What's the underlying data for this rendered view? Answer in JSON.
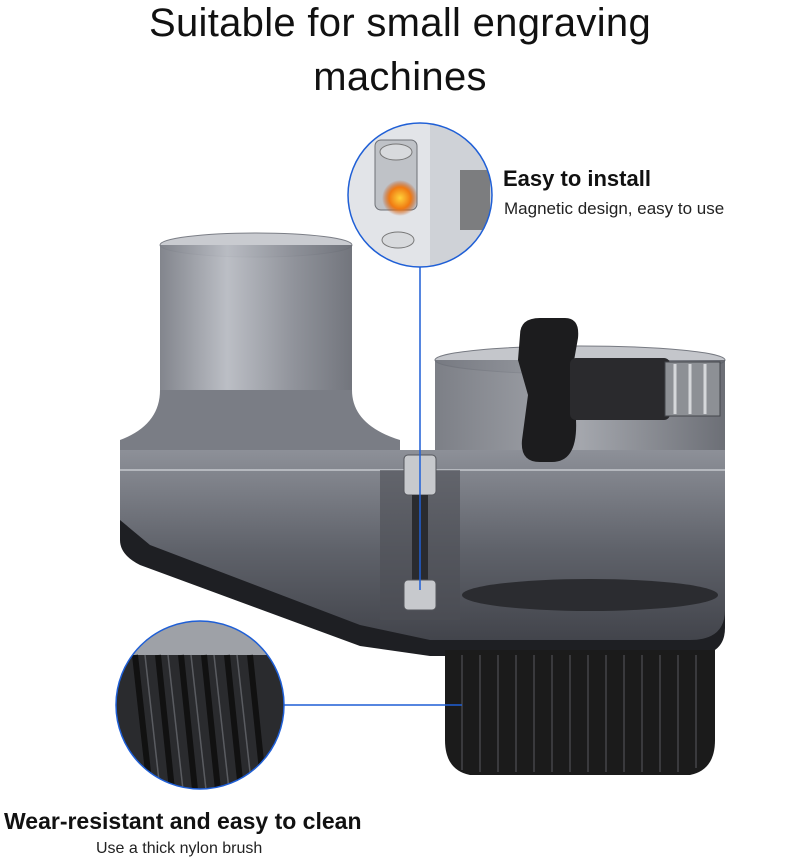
{
  "headline": {
    "line1": "Suitable for small engraving",
    "line2": "machines"
  },
  "callouts": {
    "install": {
      "title": "Easy to install",
      "subtitle": "Magnetic design, easy to use"
    },
    "brush": {
      "title": "Wear-resistant and easy to clean",
      "subtitle": "Use a thick nylon brush"
    }
  },
  "colors": {
    "accent_line": "#1f5fd6",
    "housing": "#55575e",
    "brush": "#1b1b1b"
  },
  "icons": [
    "magnet-zoom-icon",
    "brush-zoom-icon",
    "knob-icon"
  ]
}
